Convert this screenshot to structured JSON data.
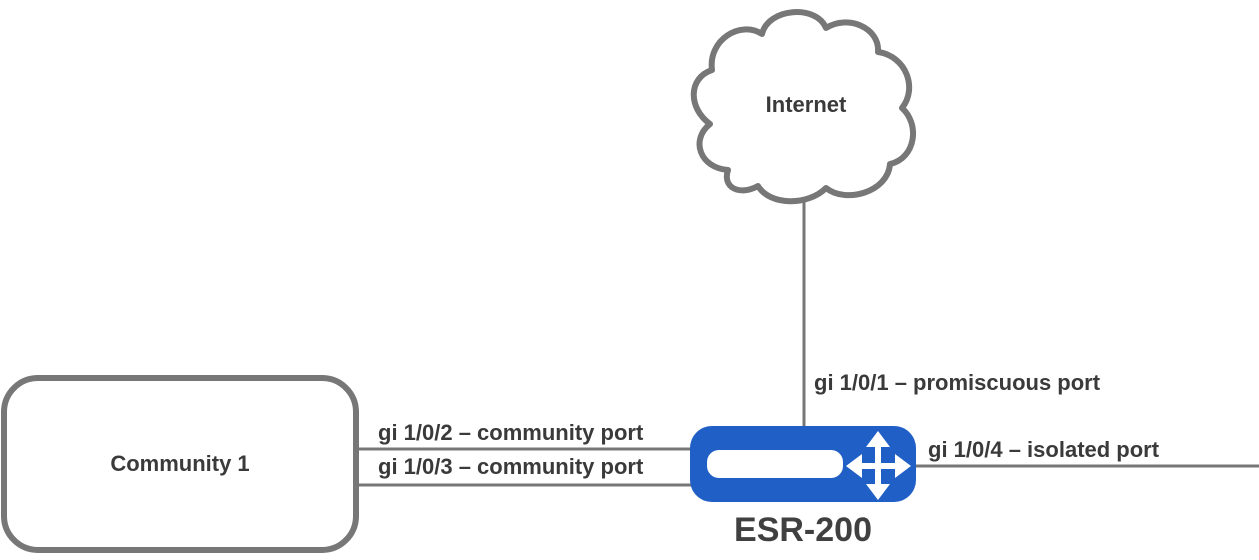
{
  "cloud": {
    "label": "Internet",
    "icon": "cloud-icon"
  },
  "community": {
    "label": "Community 1"
  },
  "router": {
    "label": "ESR-200",
    "icon": "router-icon",
    "color": "#1f5fc6"
  },
  "ports": {
    "promiscuous": "gi 1/0/1 – promiscuous port",
    "community_a": "gi 1/0/2 – community port",
    "community_b": "gi 1/0/3 – community port",
    "isolated": "gi 1/0/4 – isolated port"
  },
  "colors": {
    "stroke": "#777777",
    "text": "#3a3a3a",
    "router_blue": "#1f5fc6"
  }
}
